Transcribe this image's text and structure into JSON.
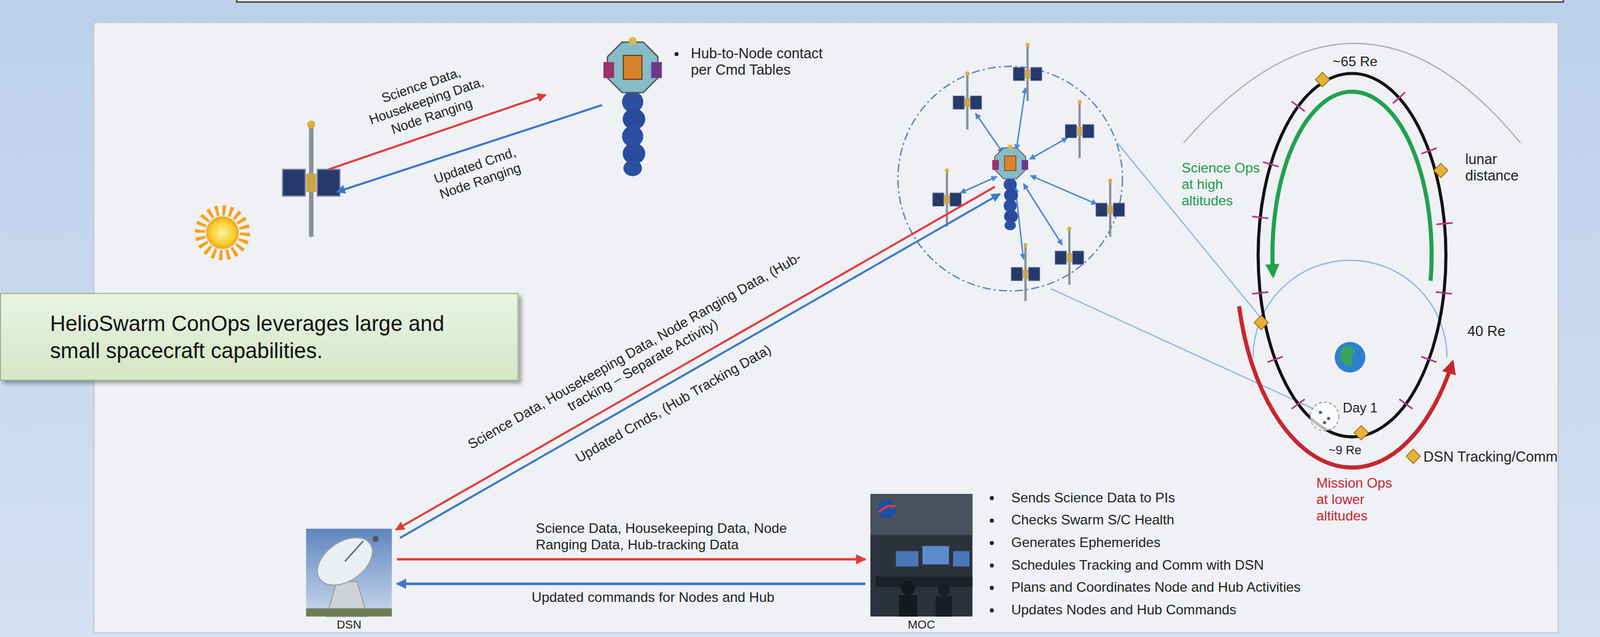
{
  "diagram": {
    "nodes": [
      {
        "text": [
          "HelioSwarm ConOps leverages large and small spacecraft capabilities."
        ]
      },
      {
        "text": [
          "DSN"
        ]
      },
      {
        "text": [
          "MOC"
        ]
      }
    ],
    "edges": [
      {
        "from": 1,
        "to": 2,
        "arrow": "to",
        "label": "Science Data, Housekeeping Data, Node Ranging Data, Hub-tracking Data"
      },
      {
        "from": 2,
        "to": 1,
        "arrow": "to",
        "label": "Updated commands for Nodes and Hub"
      }
    ],
    "labels": [
      "Science Data, Housekeeping Data, Node Ranging",
      "Updated Cmd, Node Ranging",
      "Hub-to-Node contact per Cmd Tables",
      "Science Data, Housekeeping Data, Node Ranging Data, (Hub-tracking – Separate Activity)",
      "Updated Cmds, (Hub Tracking Data)",
      "Sends Science Data to PIs",
      "Checks Swarm S/C Health",
      "Generates Ephemerides",
      "Schedules Tracking and Comm with DSN",
      "Plans and Coordinates Node and Hub Activities",
      "Updates Nodes and Hub Commands",
      "~65 Re",
      "lunar distance",
      "Science Ops at high altitudes",
      "40 Re",
      "Day 1",
      "~9 Re",
      "Mission Ops at lower altitudes"
    ],
    "legend": [
      {
        "text": "DSN Tracking/Comm"
      }
    ]
  }
}
